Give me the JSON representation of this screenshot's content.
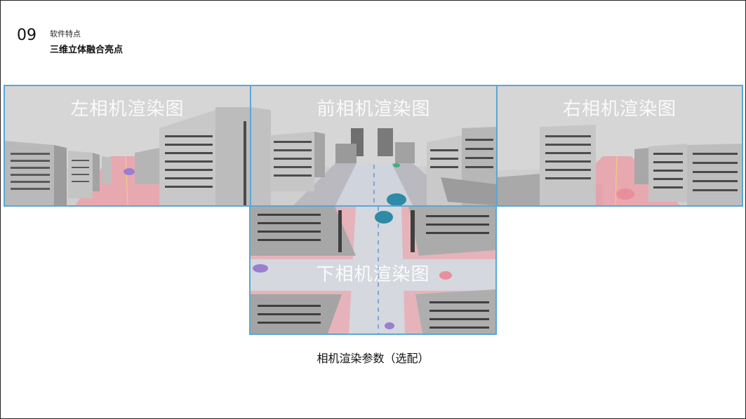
{
  "header": {
    "page_number": "09",
    "section_label": "软件特点",
    "section_title": "三维立体融合亮点"
  },
  "panels": {
    "left": {
      "label": "左相机渲染图"
    },
    "front": {
      "label": "前相机渲染图"
    },
    "right": {
      "label": "右相机渲染图"
    },
    "bottom": {
      "label": "下相机渲染图"
    }
  },
  "caption": "相机渲染参数（选配）",
  "colors": {
    "panel_border": "#5aa7d6",
    "road_pink": "#e8a8b0",
    "sky_gray": "#d3d3d3",
    "teapot_blue": "#2e8aa6",
    "teapot_pink": "#e98f9c",
    "teapot_purple": "#9a7fd0"
  }
}
